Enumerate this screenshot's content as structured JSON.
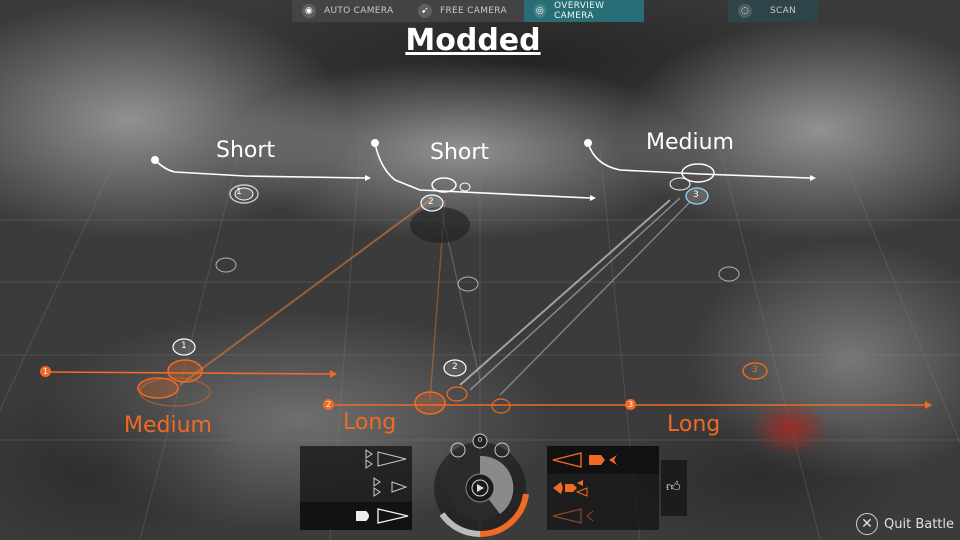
{
  "camera_bar": {
    "auto_camera": "AUTO CAMERA",
    "free_camera": "FREE CAMERA",
    "overview_camera": "OVERVIEW CAMERA",
    "scan": "SCAN"
  },
  "title": "Modded",
  "enemy_fleet": {
    "squad_1_range": "Short",
    "squad_2_range": "Short",
    "squad_3_range": "Medium",
    "squad_numbers": [
      "1",
      "2",
      "3"
    ]
  },
  "player_fleet": {
    "squad_1_range": "Medium",
    "squad_2_range": "Long",
    "squad_3_range": "Long",
    "squad_numbers": [
      "1",
      "2",
      "3"
    ]
  },
  "controls": {
    "center_counter": "0",
    "quit_label": "Quit Battle"
  },
  "colors": {
    "player": "#f06a25",
    "enemy": "#ffffff",
    "active_tab": "#28808a"
  }
}
